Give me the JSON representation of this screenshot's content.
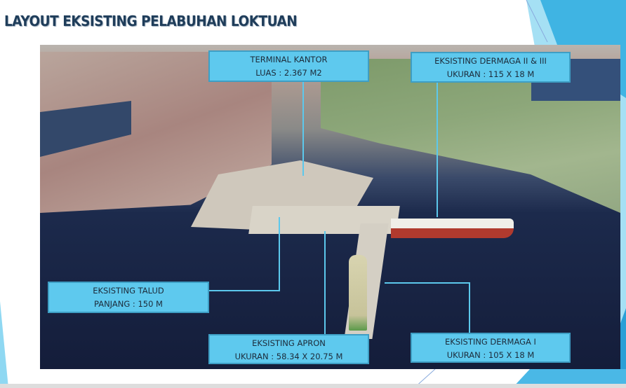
{
  "slide": {
    "title": "LAYOUT EKSISTING PELABUHAN LOKTUAN",
    "accent_color": "#5ec9ee",
    "labels": {
      "terminal": {
        "line1": "TERMINAL KANTOR",
        "line2": "LUAS : 2.367 M2"
      },
      "dermaga_2_3": {
        "line1": "EKSISTING DERMAGA II & III",
        "line2": "UKURAN : 115 X 18 M"
      },
      "talud": {
        "line1": "EKSISTING TALUD",
        "line2": "PANJANG : 150 M"
      },
      "apron": {
        "line1": "EKSISTING APRON",
        "line2": "UKURAN : 58.34 X 20.75 M"
      },
      "dermaga_1": {
        "line1": "EKSISTING DERMAGA I",
        "line2": "UKURAN : 105 X 18 M"
      }
    }
  }
}
